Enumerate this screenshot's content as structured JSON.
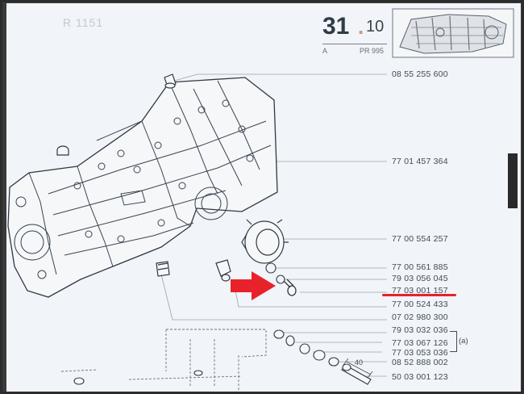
{
  "header": {
    "doc_code": "R 1151",
    "section_main": "31",
    "section_dot": ".",
    "section_sub": "10",
    "label_a": "A",
    "page_ref": "PR 995"
  },
  "part_numbers": [
    "08 55 255 600",
    "77 01 457 364",
    "77 00 554 257",
    "77 00 561 885",
    "79 03 056 045",
    "77 03 001 157",
    "77 00 524 433",
    "07 02 980 300",
    "79 03 032 036",
    "77 03 067 126",
    "77 03 053 036",
    "08 52 888 002",
    "50 03 001 123"
  ],
  "highlight": {
    "part_number": "77 03 001 157",
    "arrow_color": "#e8222a",
    "underline_color": "#e8222a"
  },
  "bracket_label": "(a)",
  "dimension_label": "40"
}
